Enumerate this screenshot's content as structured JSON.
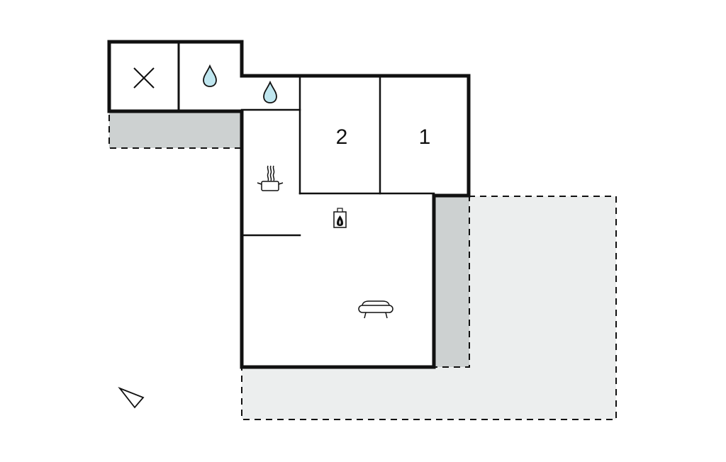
{
  "floor_plan": {
    "rooms": [
      {
        "id": "bedroom-2",
        "label": "2"
      },
      {
        "id": "bedroom-1",
        "label": "1"
      }
    ],
    "icons": [
      "cross-icon",
      "water-drop-icon",
      "water-drop-icon",
      "cooking-pot-icon",
      "fireplace-icon",
      "sofa-icon",
      "north-arrow-icon"
    ],
    "colors": {
      "wall": "#111111",
      "terrace_light": "#eceeee",
      "terrace_dark": "#cdd1d1",
      "water": "#bfe6ef"
    }
  }
}
